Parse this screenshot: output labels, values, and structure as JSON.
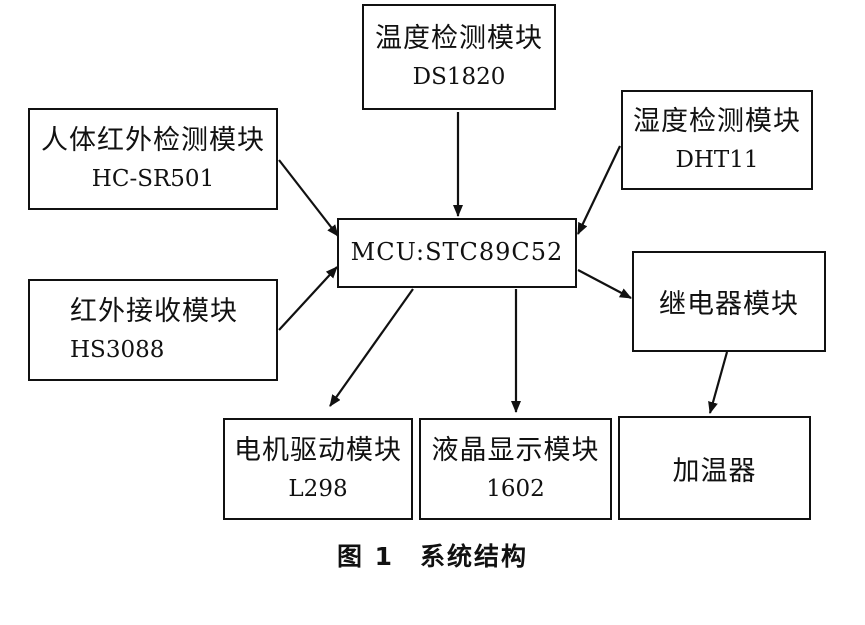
{
  "nodes": {
    "temp": {
      "name": "温度检测模块",
      "code": "DS1820"
    },
    "human": {
      "name": "人体红外检测模块",
      "code": "HC-SR501"
    },
    "humid": {
      "name": "湿度检测模块",
      "code": "DHT11"
    },
    "mcu": {
      "name": "MCU:STC89C52"
    },
    "ir": {
      "name": "红外接收模块",
      "code": "HS3088"
    },
    "relay": {
      "name": "继电器模块"
    },
    "motor": {
      "name": "电机驱动模块",
      "code": "L298"
    },
    "lcd": {
      "name": "液晶显示模块",
      "code": "1602"
    },
    "heater": {
      "name": "加温器"
    }
  },
  "caption": {
    "number": "图 1",
    "title": "系统结构"
  }
}
